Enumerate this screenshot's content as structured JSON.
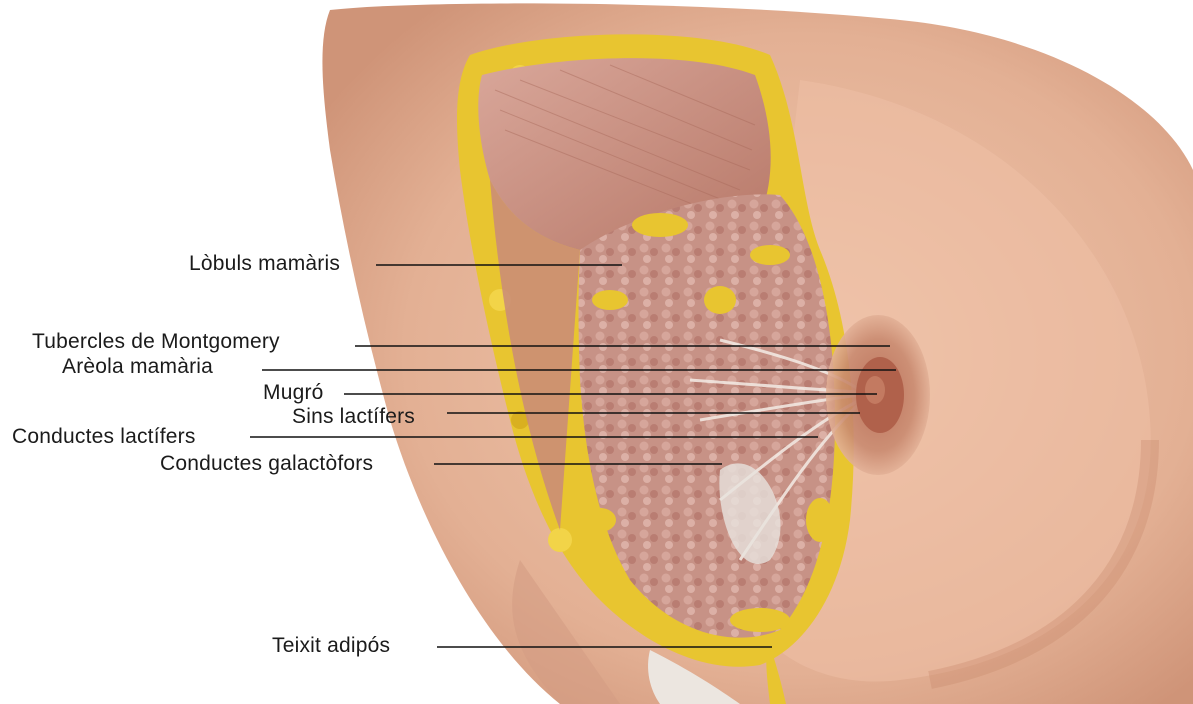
{
  "labels": {
    "lobuls": "Lòbuls mamàris",
    "tubercles": "Tubercles de Montgomery",
    "areola": "Arèola mamària",
    "mugro": "Mugró",
    "sins": "Sins lactífers",
    "conductes_lactifers": "Conductes lactífers",
    "conductes_galactofors": "Conductes galactòfors",
    "teixit": "Teixit adipós"
  },
  "colors": {
    "skin": "#e6b79b",
    "skin_shadow": "#c98a6c",
    "fat": "#e8c530",
    "lobule": "#c48a80",
    "muscle": "#c9897a",
    "leader_line": "#111111"
  }
}
